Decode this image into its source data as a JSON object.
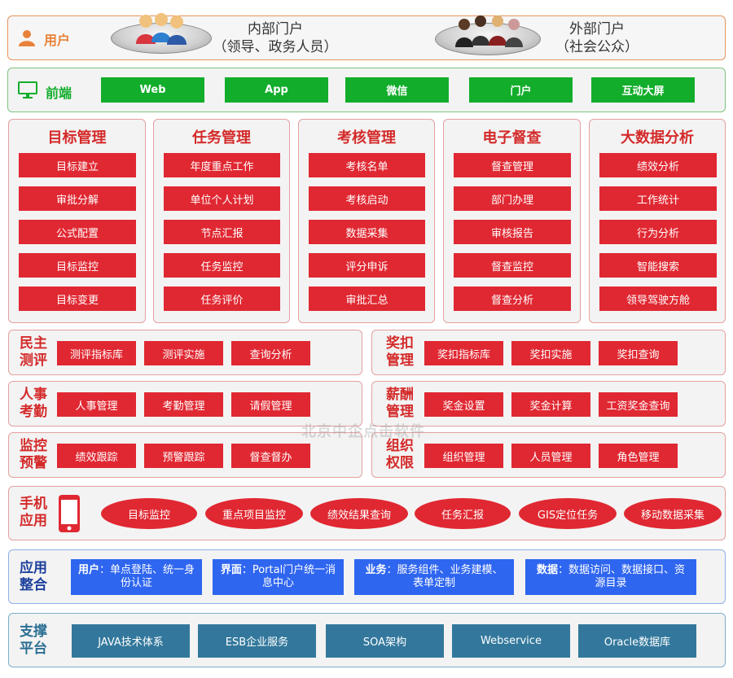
{
  "user_row": {
    "label": "用户",
    "internal_portal": {
      "title": "内部门户",
      "subtitle": "（领导、政务人员）"
    },
    "external_portal": {
      "title": "外部门户",
      "subtitle": "（社会公众）"
    }
  },
  "frontend": {
    "label": "前端",
    "items": [
      "Web",
      "App",
      "微信",
      "门户",
      "互动大屏"
    ]
  },
  "modules": [
    {
      "title": "目标管理",
      "items": [
        "目标建立",
        "审批分解",
        "公式配置",
        "目标监控",
        "目标变更"
      ]
    },
    {
      "title": "任务管理",
      "items": [
        "年度重点工作",
        "单位个人计划",
        "节点汇报",
        "任务监控",
        "任务评价"
      ]
    },
    {
      "title": "考核管理",
      "items": [
        "考核名单",
        "考核启动",
        "数据采集",
        "评分申诉",
        "审批汇总"
      ]
    },
    {
      "title": "电子督查",
      "items": [
        "督查管理",
        "部门办理",
        "审核报告",
        "督查监控",
        "督查分析"
      ]
    },
    {
      "title": "大数据分析",
      "items": [
        "绩效分析",
        "工作统计",
        "行为分析",
        "智能搜索",
        "领导驾驶方舱"
      ]
    }
  ],
  "rows": [
    {
      "left": {
        "l1": "民主",
        "l2": "测评",
        "items": [
          "测评指标库",
          "测评实施",
          "查询分析"
        ]
      },
      "right": {
        "l1": "奖扣",
        "l2": "管理",
        "items": [
          "奖扣指标库",
          "奖扣实施",
          "奖扣查询"
        ]
      }
    },
    {
      "left": {
        "l1": "人事",
        "l2": "考勤",
        "items": [
          "人事管理",
          "考勤管理",
          "请假管理"
        ]
      },
      "right": {
        "l1": "薪酬",
        "l2": "管理",
        "items": [
          "奖金设置",
          "奖金计算",
          "工资奖金查询"
        ]
      }
    },
    {
      "left": {
        "l1": "监控",
        "l2": "预警",
        "items": [
          "绩效跟踪",
          "预警跟踪",
          "督查督办"
        ]
      },
      "right": {
        "l1": "组织",
        "l2": "权限",
        "items": [
          "组织管理",
          "人员管理",
          "角色管理"
        ]
      }
    }
  ],
  "watermark": "北京中企点击软件",
  "mobile": {
    "l1": "手机",
    "l2": "应用",
    "items": [
      "目标监控",
      "重点项目监控",
      "绩效结果查询",
      "任务汇报",
      "GIS定位任务",
      "移动数据采集"
    ]
  },
  "integration": {
    "l1": "应用",
    "l2": "整合",
    "items": [
      {
        "key": "用户",
        "line1": "：单点登陆、统一身",
        "line2": "份认证"
      },
      {
        "key": "界面",
        "line1": "：Portal门户统一消",
        "line2": "息中心"
      },
      {
        "key": "业务",
        "line1": "：服务组件、业务建模、",
        "line2": "表单定制"
      },
      {
        "key": "数据",
        "line1": "：数据访问、数据接口、资",
        "line2": "源目录"
      }
    ]
  },
  "support": {
    "l1": "支撑",
    "l2": "平台",
    "items": [
      "JAVA技术体系",
      "ESB企业服务",
      "SOA架构",
      "Webservice",
      "Oracle数据库"
    ]
  },
  "colors": {
    "accent_red": "#e02832",
    "green": "#12ad2b",
    "blue": "#2f66f0",
    "teal": "#33789c",
    "orange": "#e8823a"
  }
}
